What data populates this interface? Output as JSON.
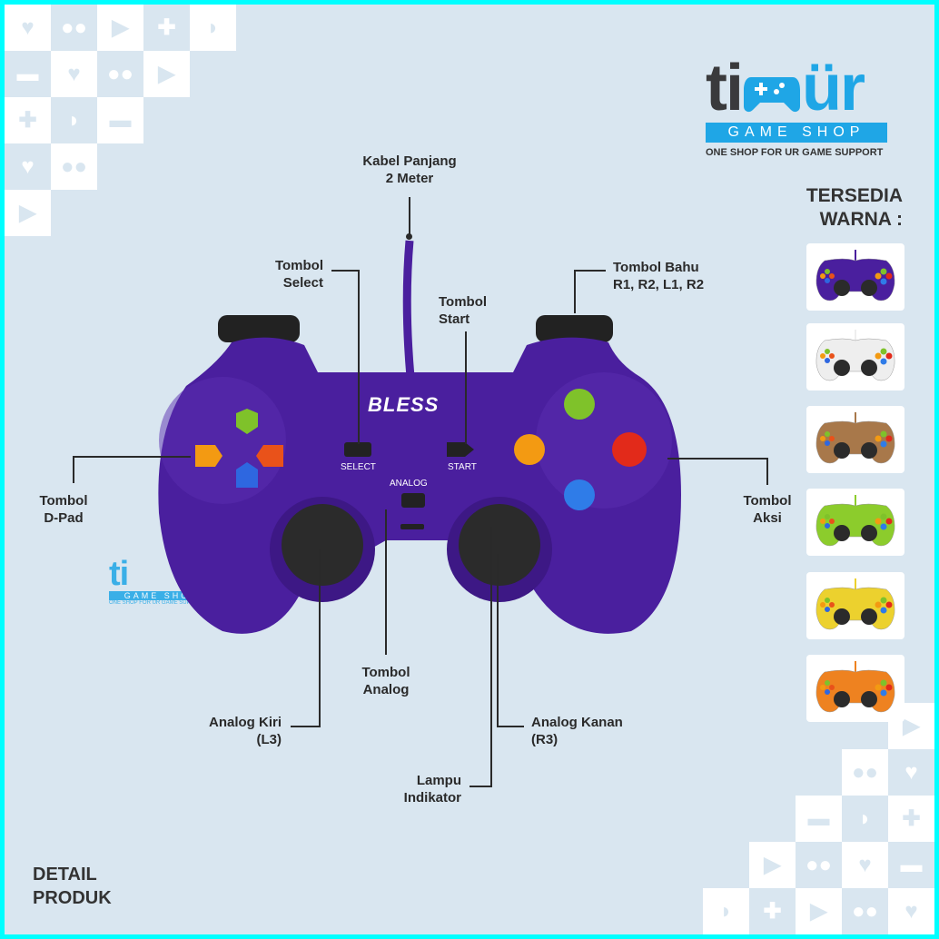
{
  "brand": {
    "name_left": "ti",
    "name_right": "ür",
    "subtitle": "GAME SHOP",
    "tagline": "ONE SHOP FOR UR GAME SUPPORT",
    "accent": "#1fa6e6"
  },
  "controller": {
    "brand_text": "BLESS",
    "select": "SELECT",
    "start": "START",
    "analog": "ANALOG",
    "color": "#4a1f9e"
  },
  "labels": {
    "cable": [
      "Kabel Panjang",
      "2 Meter"
    ],
    "select": [
      "Tombol",
      "Select"
    ],
    "start": [
      "Tombol",
      "Start"
    ],
    "shoulder": [
      "Tombol Bahu",
      "R1, R2, L1, R2"
    ],
    "dpad": [
      "Tombol",
      "D-Pad"
    ],
    "action": [
      "Tombol",
      "Aksi"
    ],
    "analog_btn": [
      "Tombol",
      "Analog"
    ],
    "left_stick": [
      "Analog Kiri",
      "(L3)"
    ],
    "right_stick": [
      "Analog Kanan",
      "(R3)"
    ],
    "led": [
      "Lampu",
      "Indikator"
    ]
  },
  "colors_title": [
    "TERSEDIA",
    "WARNA :"
  ],
  "color_options": [
    "#4a1f9e",
    "#eeeeee",
    "#a8784a",
    "#8ccc2c",
    "#ecd12e",
    "#ee8220"
  ],
  "footer": [
    "DETAIL",
    "PRODUK"
  ]
}
